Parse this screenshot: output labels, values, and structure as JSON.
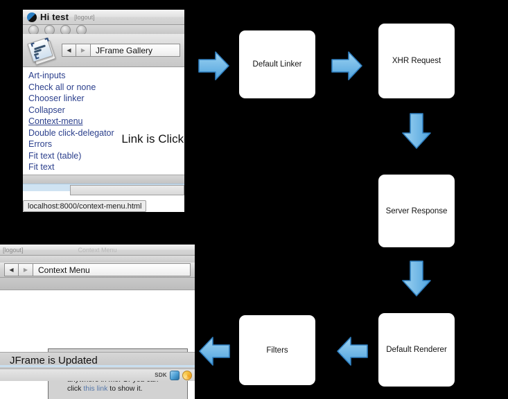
{
  "background_color": "#000000",
  "top_window": {
    "name": "JFrame Gallery browser window",
    "titlebar": {
      "logo_icon": "site-logo-icon",
      "greeting": "Hi test",
      "logout": "[logout]"
    },
    "toolbar": {
      "gallery_icon": "photo-gallery-icon",
      "back_icon": "◀",
      "forward_icon": "▶",
      "page_title": "JFrame Gallery"
    },
    "links": [
      {
        "label": "Art-inputs",
        "active": false
      },
      {
        "label": "Check all or none",
        "active": false
      },
      {
        "label": "Chooser linker",
        "active": false
      },
      {
        "label": "Collapser",
        "active": false
      },
      {
        "label": "Context-menu",
        "active": true
      },
      {
        "label": "Double click-delegator",
        "active": false
      },
      {
        "label": "Errors",
        "active": false
      },
      {
        "label": "Fit text (table)",
        "active": false
      },
      {
        "label": "Fit text",
        "active": false
      }
    ],
    "banner": "Link is Clicked",
    "status_url": "localhost:8000/context-menu.html"
  },
  "bottom_window": {
    "name": "Context Menu browser window",
    "titlebar": {
      "logout": "[logout]",
      "faded_title": "Context Menu"
    },
    "navbar": {
      "back_icon": "◀",
      "forward_icon": "▶",
      "page_title": "Context Menu"
    },
    "content_box": {
      "text_before": "I show a menu if you right click anywhere in me. Or you can click ",
      "link_text": "this link",
      "text_after": " to show it."
    },
    "caption": "JFrame is Updated",
    "statusbar": {
      "sdk_label": "SDK",
      "icon_1": "blue-app-icon",
      "icon_2": "orange-swirl-icon"
    }
  },
  "flowchart": {
    "accent_color": "#6cb8ea",
    "accent_border": "#2f7fc0",
    "box_fill": "#ffffff",
    "boxes": [
      {
        "id": "default-linker",
        "label": "Default Linker"
      },
      {
        "id": "xhr-request",
        "label": "XHR Request"
      },
      {
        "id": "server-response",
        "label": "Server Response"
      },
      {
        "id": "default-renderer",
        "label": "Default Renderer"
      },
      {
        "id": "filters",
        "label": "Filters"
      }
    ],
    "arrows": [
      {
        "id": "arrow-into-linker",
        "direction": "right"
      },
      {
        "id": "arrow-linker-to-xhr",
        "direction": "right"
      },
      {
        "id": "arrow-xhr-to-server",
        "direction": "down"
      },
      {
        "id": "arrow-server-to-renderer",
        "direction": "down"
      },
      {
        "id": "arrow-renderer-to-filters",
        "direction": "left"
      },
      {
        "id": "arrow-out-of-filters",
        "direction": "left"
      }
    ]
  }
}
